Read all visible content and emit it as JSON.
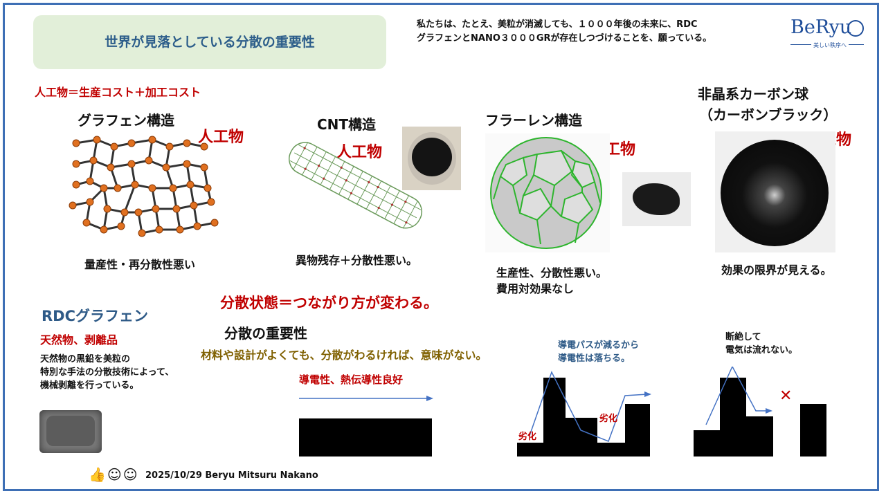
{
  "header": {
    "title": "世界が見落としている分散の重要性",
    "message_line1": "私たちは、たとえ、美粒が消滅しても、１０００年後の未来に、RDC",
    "message_line2": "グラフェンとNANO３０００GRが存在しつづけることを、願っている。"
  },
  "logo": {
    "text": "BeRyu",
    "tagline": "美しい秩序へ"
  },
  "formula": "人工物＝生産コスト＋加工コスト",
  "materials": {
    "graphene": {
      "title": "グラフェン構造",
      "tag": "人工物",
      "caption": "量産性・再分散性悪い"
    },
    "cnt": {
      "title": "CNT構造",
      "tag": "人工物",
      "caption": "異物残存＋分散性悪い。"
    },
    "fullerene": {
      "title": "フラーレン構造",
      "tag": "人工物",
      "caption1": "生産性、分散性悪い。",
      "caption2": "費用対効果なし"
    },
    "carbon_black": {
      "title1": "非晶系カーボン球",
      "title2": "（カーボンブラック）",
      "tag": "人工物",
      "caption": "効果の限界が見える。"
    }
  },
  "rdc": {
    "title": "RDCグラフェン",
    "subtitle": "天然物、剥離品",
    "desc1": "天然物の黒鉛を美粒の",
    "desc2": "特別な手法の分散技術によって、",
    "desc3": "機械剥離を行っている。"
  },
  "dispersion": {
    "state": "分散状態＝つながり方が変わる。",
    "heading": "分散の重要性",
    "note": "材料や設計がよくても、分散がわるければ、意味がない。",
    "good_label": "導電性、熱伝導性良好",
    "mid_label1": "導電パスが減るから",
    "mid_label2": "導電性は落ちる。",
    "deg1": "劣化",
    "deg2": "劣化",
    "bad_label1": "断絶して",
    "bad_label2": "電気は流れない。",
    "cross": "✕"
  },
  "footer": {
    "date_author": "2025/10/29 Beryu Mitsuru Nakano"
  },
  "colors": {
    "frame": "#3e6fb5",
    "title_bg": "#e2efd9",
    "title_text": "#2c5d8a",
    "accent_red": "#c00000",
    "olive": "#7f6000",
    "blue_text": "#2e5a87",
    "arrow": "#4472c4"
  }
}
